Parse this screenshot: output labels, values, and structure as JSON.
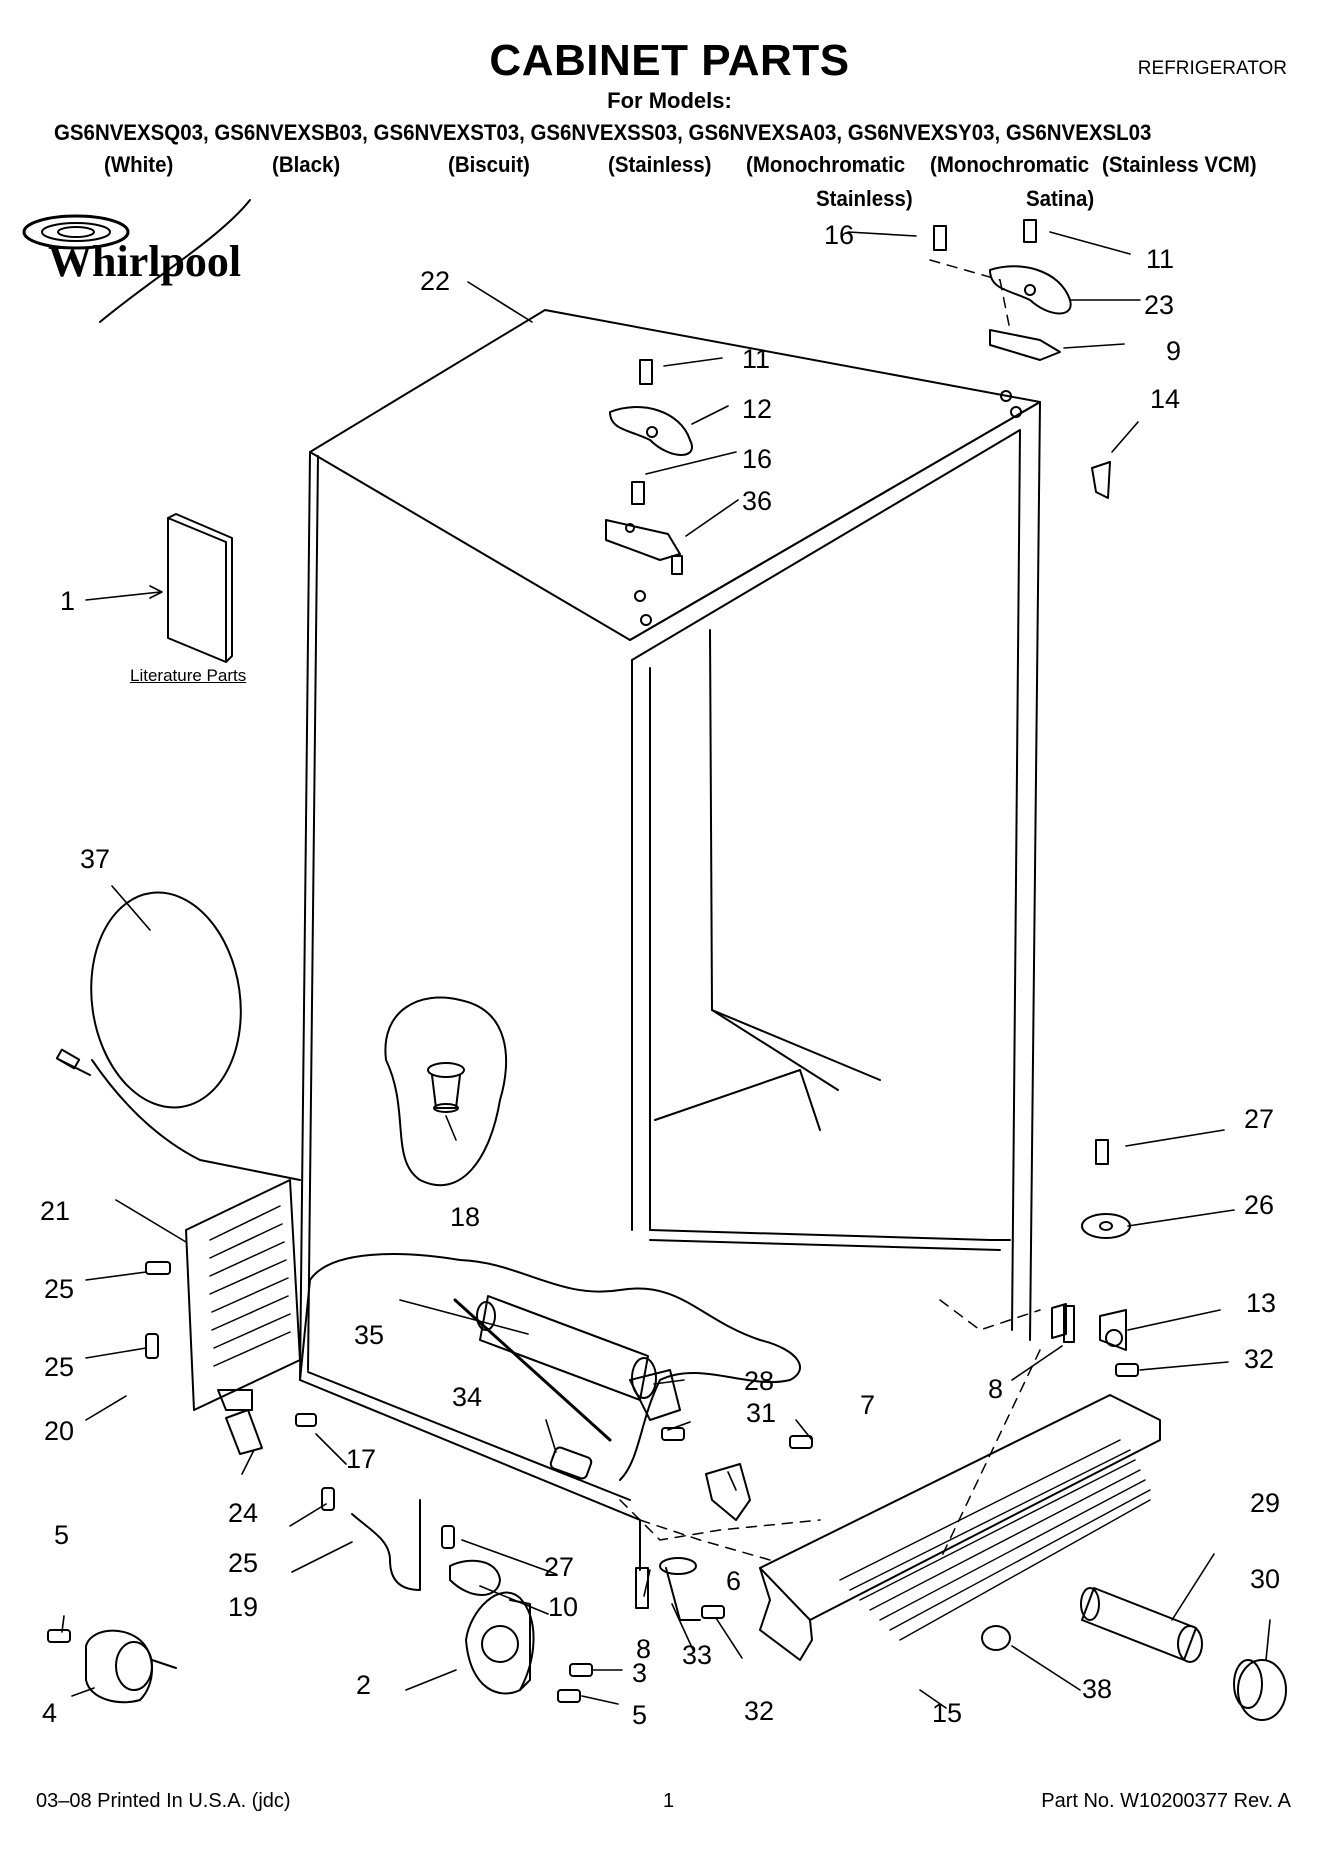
{
  "header": {
    "title": "CABINET PARTS",
    "document_type": "REFRIGERATOR",
    "for_models_label": "For Models:",
    "models": "GS6NVEXSQ03, GS6NVEXSB03, GS6NVEXST03, GS6NVEXSS03, GS6NVEXSA03, GS6NVEXSY03, GS6NVEXSL03",
    "colors": [
      "(White)",
      "(Black)",
      "(Biscuit)",
      "(Stainless)",
      "(Monochromatic",
      "(Monochromatic",
      "(Stainless VCM)"
    ],
    "colors_line2": [
      "Stainless)",
      "Satina)"
    ]
  },
  "brand": {
    "logo_text": "Whirlpool"
  },
  "diagram": {
    "literature_label": "Literature Parts",
    "callouts": [
      "1",
      "2",
      "3",
      "4",
      "5",
      "5",
      "6",
      "7",
      "8",
      "8",
      "9",
      "10",
      "11",
      "11",
      "12",
      "13",
      "14",
      "15",
      "16",
      "16",
      "17",
      "18",
      "19",
      "20",
      "21",
      "22",
      "23",
      "24",
      "25",
      "25",
      "25",
      "26",
      "27",
      "27",
      "28",
      "29",
      "30",
      "31",
      "32",
      "32",
      "33",
      "34",
      "35",
      "36",
      "37",
      "38"
    ]
  },
  "footer": {
    "left": "03–08 Printed In U.S.A. (jdc)",
    "page": "1",
    "right": "Part No. W10200377 Rev. A"
  }
}
